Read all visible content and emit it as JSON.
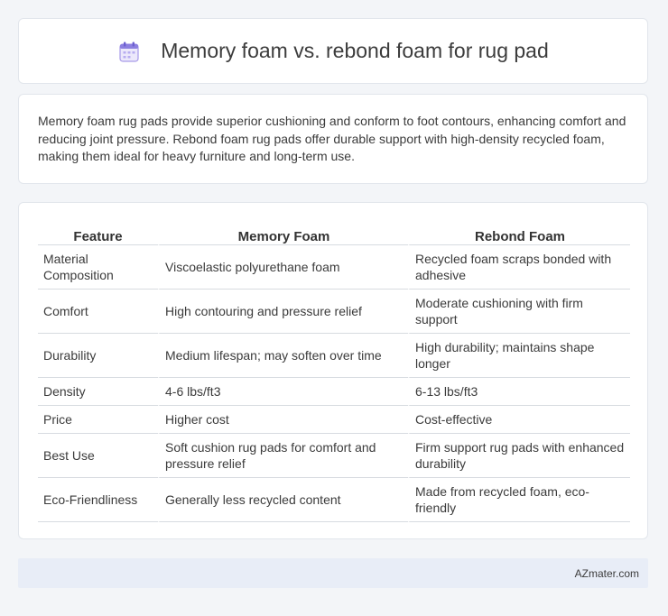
{
  "header": {
    "title": "Memory foam vs. rebond foam for rug pad",
    "icon": "calendar-icon"
  },
  "intro": {
    "text": "Memory foam rug pads provide superior cushioning and conform to foot contours, enhancing comfort and reducing joint pressure. Rebond foam rug pads offer durable support with high-density recycled foam, making them ideal for heavy furniture and long-term use."
  },
  "table": {
    "headers": [
      "Feature",
      "Memory Foam",
      "Rebond Foam"
    ],
    "rows": [
      [
        "Material Composition",
        "Viscoelastic polyurethane foam",
        "Recycled foam scraps bonded with adhesive"
      ],
      [
        "Comfort",
        "High contouring and pressure relief",
        "Moderate cushioning with firm support"
      ],
      [
        "Durability",
        "Medium lifespan; may soften over time",
        "High durability; maintains shape longer"
      ],
      [
        "Density",
        "4-6 lbs/ft3",
        "6-13 lbs/ft3"
      ],
      [
        "Price",
        "Higher cost",
        "Cost-effective"
      ],
      [
        "Best Use",
        "Soft cushion rug pads for comfort and pressure relief",
        "Firm support rug pads with enhanced durability"
      ],
      [
        "Eco-Friendliness",
        "Generally less recycled content",
        "Made from recycled foam, eco-friendly"
      ]
    ]
  },
  "footer": {
    "brand": "AZmater.com"
  },
  "colors": {
    "page_bg": "#f3f5f8",
    "footer_bg": "#e8edf7",
    "icon_purple": "#8c7fe0"
  }
}
